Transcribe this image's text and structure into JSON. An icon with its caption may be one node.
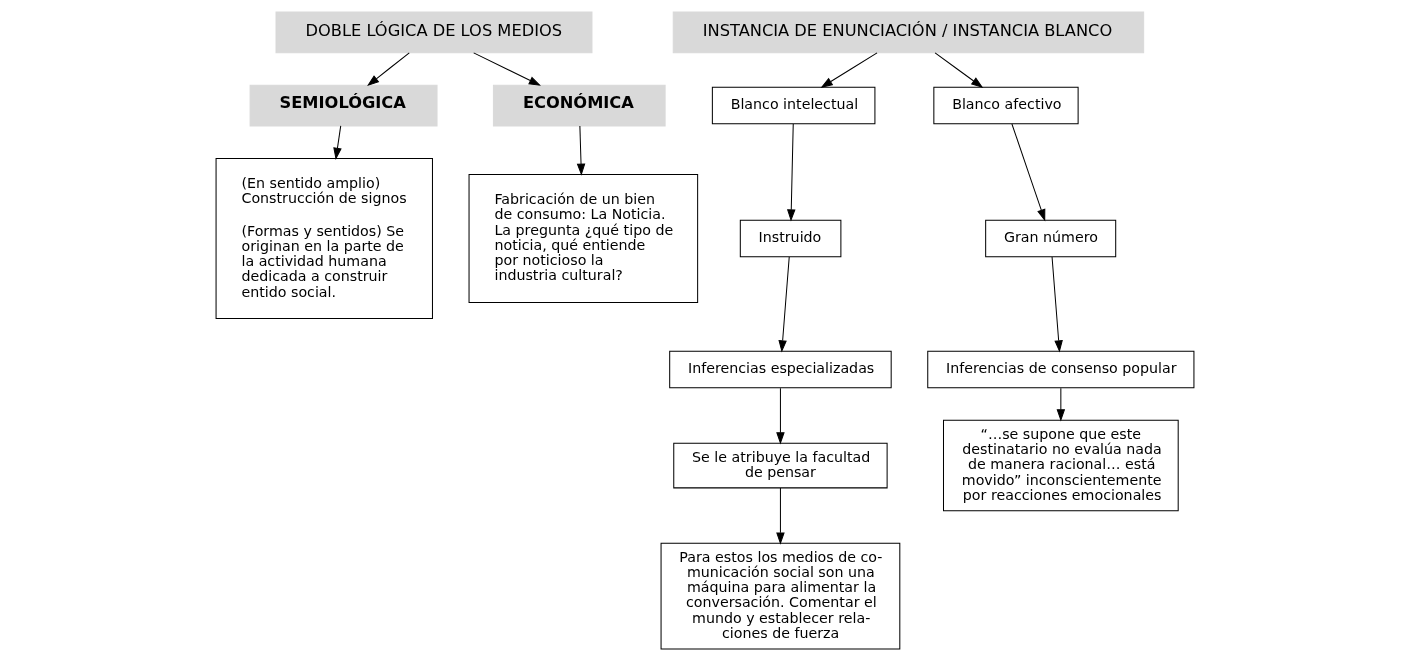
{
  "diagram": {
    "nodes": [
      {
        "text": [
          "DOBLE LÓGICA DE LOS MEDIOS"
        ]
      },
      {
        "text": [
          "SEMIOLÓGICA"
        ]
      },
      {
        "text": [
          "ECONÓMICA"
        ]
      },
      {
        "text": [
          "(En sentido amplio) Construcción de signos",
          "(Formas y sentidos) Se originan en la parte de la actividad humana dedicada a construir entido social."
        ]
      },
      {
        "text": [
          "Fabricación de un bien de consumo: La Noticia. La pregunta ¿qué tipo de noticia, qué entiende por noticioso la industria cultural?"
        ]
      },
      {
        "text": [
          "INSTANCIA DE ENUNCIACIÓN / INSTANCIA BLANCO"
        ]
      },
      {
        "text": [
          "Blanco intelectual"
        ]
      },
      {
        "text": [
          "Blanco afectivo"
        ]
      },
      {
        "text": [
          "Instruido"
        ]
      },
      {
        "text": [
          "Gran número"
        ]
      },
      {
        "text": [
          "Inferencias especializadas"
        ]
      },
      {
        "text": [
          "Inferencias de consenso popular"
        ]
      },
      {
        "text": [
          "Se le atribuye la facultad de pensar"
        ]
      },
      {
        "text": [
          "Para estos los medios de co- municación social son una máquina para alimentar la conversación. Comentar el mundo y establecer rela- ciones de fuerza"
        ]
      },
      {
        "text": [
          "“…se supone que este destinatario no evalúa nada de manera racional… está movido” inconscientemente por reacciones emocionales"
        ]
      }
    ],
    "edges": [
      {
        "from": 0,
        "to": 1,
        "arrow": "to"
      },
      {
        "from": 0,
        "to": 2,
        "arrow": "to"
      },
      {
        "from": 1,
        "to": 3,
        "arrow": "to"
      },
      {
        "from": 2,
        "to": 4,
        "arrow": "to"
      },
      {
        "from": 5,
        "to": 6,
        "arrow": "to"
      },
      {
        "from": 5,
        "to": 7,
        "arrow": "to"
      },
      {
        "from": 6,
        "to": 8,
        "arrow": "to"
      },
      {
        "from": 7,
        "to": 9,
        "arrow": "to"
      },
      {
        "from": 8,
        "to": 10,
        "arrow": "to"
      },
      {
        "from": 9,
        "to": 11,
        "arrow": "to"
      },
      {
        "from": 10,
        "to": 12,
        "arrow": "to"
      },
      {
        "from": 11,
        "to": 14,
        "arrow": "to"
      },
      {
        "from": 12,
        "to": 13,
        "arrow": "to"
      }
    ]
  }
}
